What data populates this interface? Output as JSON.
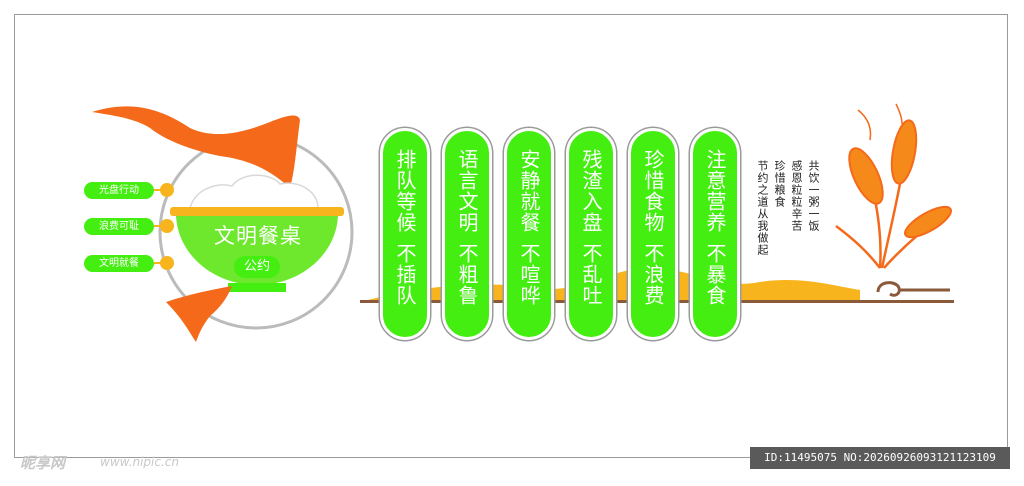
{
  "board": {
    "title": "文明餐桌",
    "subtitle": "公约",
    "tags": [
      "光盘行动",
      "浪费可耻",
      "文明就餐"
    ],
    "pillars": [
      {
        "top": "排队等候",
        "bottom": "不插队"
      },
      {
        "top": "语言文明",
        "bottom": "不粗鲁"
      },
      {
        "top": "安静就餐",
        "bottom": "不喧哗"
      },
      {
        "top": "残渣入盘",
        "bottom": "不乱吐"
      },
      {
        "top": "珍惜食物",
        "bottom": "不浪费"
      },
      {
        "top": "注意营养",
        "bottom": "不暴食"
      }
    ],
    "poem": [
      "共饮一粥一饭",
      "感恩粒粒辛苦",
      "珍惜粮食",
      "节约之道从我做起"
    ]
  },
  "watermark": {
    "logo": "昵享网",
    "url": "www.nipic.cn"
  },
  "id_bar": "ID:11495075 NO:20260926093121123109",
  "colors": {
    "green": "#44ee11",
    "orange": "#f46a1a",
    "yellow": "#f7b41c",
    "brown": "#8a5a3a"
  }
}
